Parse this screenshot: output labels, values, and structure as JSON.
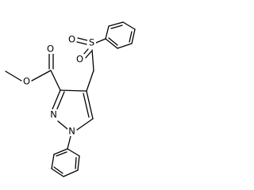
{
  "molecule": {
    "atoms": {
      "ester_o_methyl": "O",
      "ester_o_carbonyl": "O",
      "sulfonyl_o_left": "O",
      "sulfonyl_s": "S",
      "sulfonyl_o_bottom": "O",
      "pyrazole_n2": "N",
      "pyrazole_n1": "N"
    }
  }
}
